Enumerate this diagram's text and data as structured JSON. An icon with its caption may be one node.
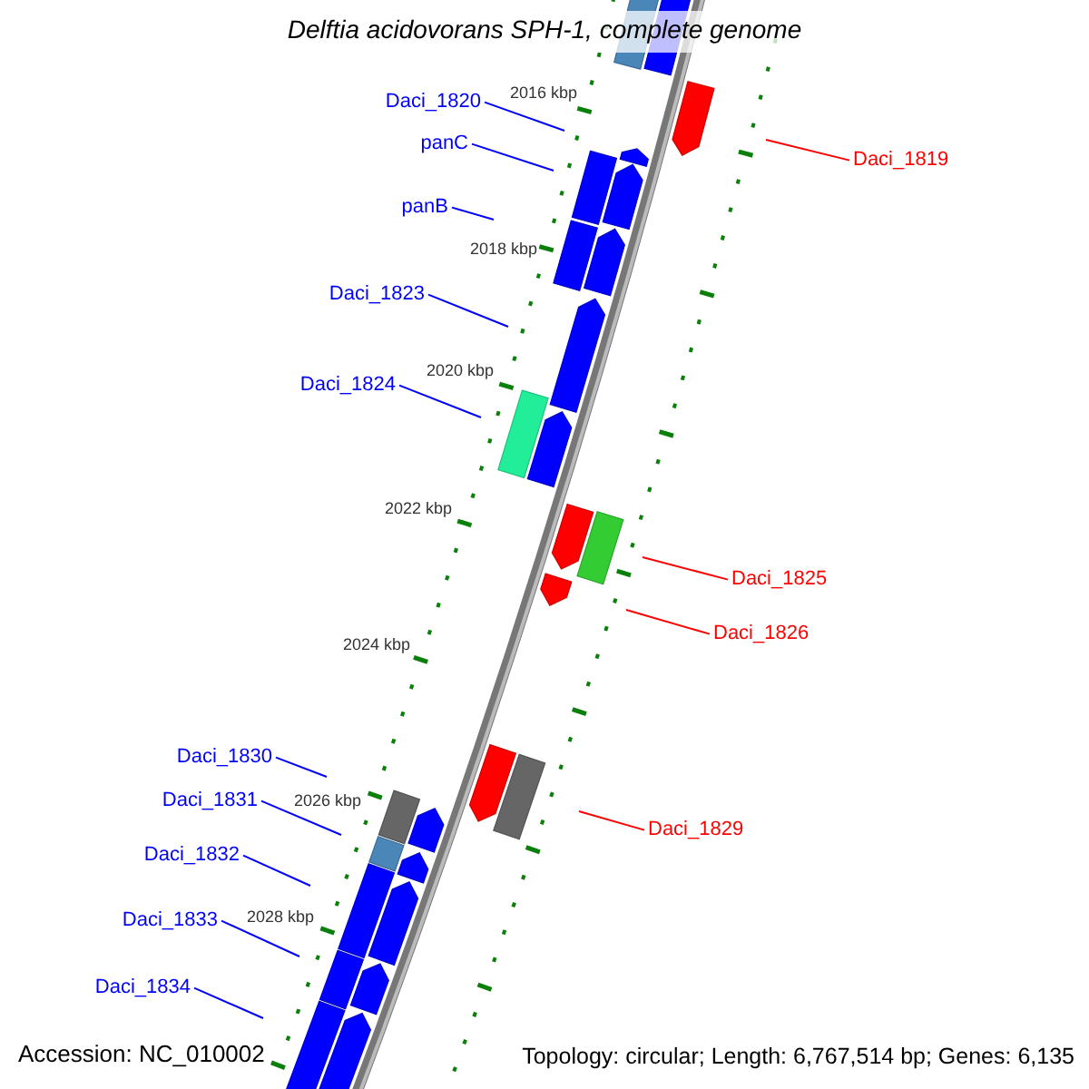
{
  "diagram": {
    "title": "Delftia acidovorans SPH-1, complete genome",
    "nodes": [
      {
        "text": [
          "Daci_1820"
        ]
      },
      {
        "text": [
          "panC"
        ]
      },
      {
        "text": [
          "Daci_1819"
        ]
      },
      {
        "text": [
          "panB"
        ]
      },
      {
        "text": [
          "Daci_1823"
        ]
      },
      {
        "text": [
          "Daci_1824"
        ]
      },
      {
        "text": [
          "Daci_1825"
        ]
      },
      {
        "text": [
          "Daci_1826"
        ]
      },
      {
        "text": [
          "Daci_1830"
        ]
      },
      {
        "text": [
          "Daci_1831"
        ]
      },
      {
        "text": [
          "Daci_1829"
        ]
      },
      {
        "text": [
          "Daci_1832"
        ]
      },
      {
        "text": [
          "Daci_1833"
        ]
      },
      {
        "text": [
          "Daci_1834"
        ]
      }
    ],
    "edges": [
      {
        "from": 0,
        "to": null,
        "arrow": "none"
      },
      {
        "from": 1,
        "to": null,
        "arrow": "none"
      },
      {
        "from": 2,
        "to": null,
        "arrow": "none",
        "color": "#ff0000"
      },
      {
        "from": 3,
        "to": null,
        "arrow": "none"
      },
      {
        "from": 4,
        "to": null,
        "arrow": "none"
      },
      {
        "from": 5,
        "to": null,
        "arrow": "none"
      },
      {
        "from": 6,
        "to": null,
        "arrow": "none",
        "color": "#ff0000"
      },
      {
        "from": 7,
        "to": null,
        "arrow": "none",
        "color": "#ff0000"
      },
      {
        "from": 8,
        "to": null,
        "arrow": "none"
      },
      {
        "from": 9,
        "to": null,
        "arrow": "none"
      },
      {
        "from": 10,
        "to": null,
        "arrow": "none",
        "color": "#ff0000"
      },
      {
        "from": 11,
        "to": null,
        "arrow": "none"
      },
      {
        "from": 12,
        "to": null,
        "arrow": "none"
      },
      {
        "from": 13,
        "to": null,
        "arrow": "none"
      }
    ],
    "labels": [
      "2016 kbp",
      "2018 kbp",
      "2020 kbp",
      "2022 kbp",
      "2024 kbp",
      "2026 kbp",
      "2028 kbp",
      "Accession: NC_010002",
      "Topology: circular; Length: 6,767,514 bp; Genes: 6,135"
    ]
  }
}
